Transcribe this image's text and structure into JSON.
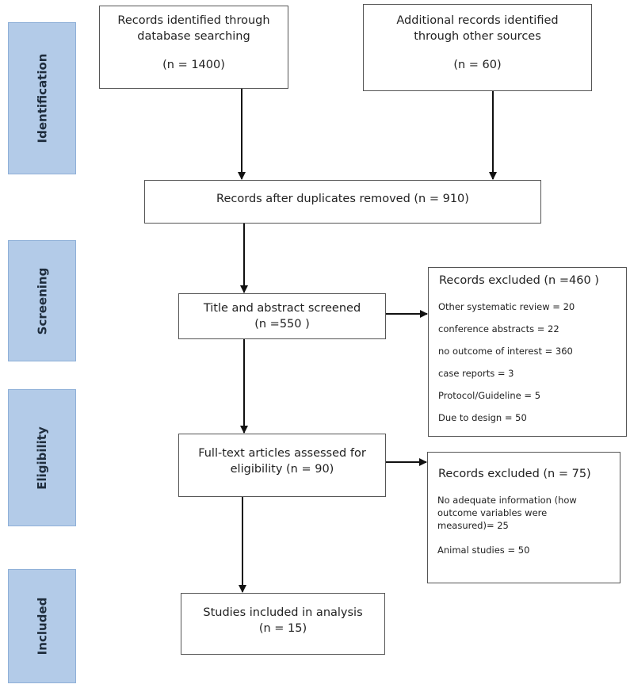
{
  "phases": {
    "identification": "Identification",
    "screening": "Screening",
    "eligibility": "Eligibility",
    "included": "Included"
  },
  "boxes": {
    "database_search": {
      "line1": "Records identified through",
      "line2": "database searching",
      "line3": "(n = 1400)"
    },
    "other_sources": {
      "line1": "Additional records identified",
      "line2": "through other sources",
      "line3": "(n = 60)"
    },
    "duplicates_removed": {
      "line1": "Records after duplicates removed (n = 910)"
    },
    "screened": {
      "line1": "Title and abstract screened",
      "line2": "(n =550 )"
    },
    "fulltext": {
      "line1": "Full-text articles assessed for",
      "line2": "eligibility (n = 90)"
    },
    "included": {
      "line1": "Studies included in analysis",
      "line2": "(n = 15)"
    }
  },
  "excluded_screening": {
    "title": "Records excluded (n =460 )",
    "items": [
      "Other systematic review = 20",
      "conference abstracts = 22",
      "no outcome of interest = 360",
      "case reports = 3",
      "Protocol/Guideline = 5",
      "Due to design = 50"
    ]
  },
  "excluded_eligibility": {
    "title": "Records excluded (n = 75)",
    "items": [
      "No adequate information (how",
      "outcome variables were",
      "measured)= 25",
      "Animal studies = 50"
    ]
  }
}
